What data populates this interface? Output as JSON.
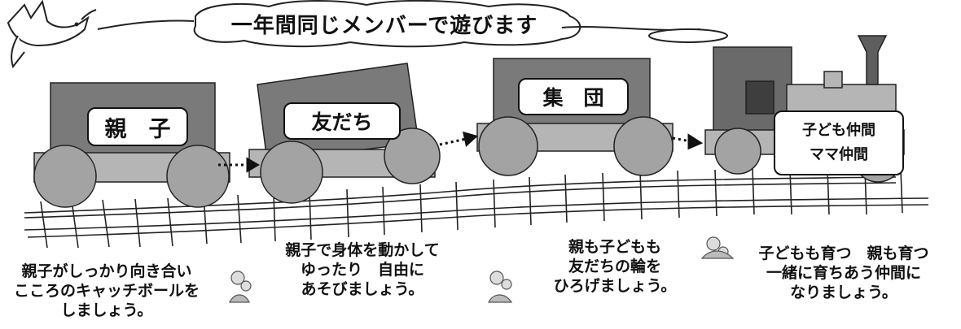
{
  "banner": {
    "title": "一年間同じメンバーで遊びます"
  },
  "cars": [
    {
      "label": "親　子"
    },
    {
      "label": "友だち"
    },
    {
      "label": "集　団"
    }
  ],
  "engine": {
    "label": "子ども仲間\nママ仲間"
  },
  "captions": [
    "親子がしっかり向き合い\nこころのキャッチボールを\nしましょう。",
    "親子で身体を動かして\nゆったり　自由に\nあそびましょう。",
    "親も子どもも\n友だちの輪を\nひろげましょう。",
    "子どもも育つ　親も育つ\n一緒に育ちあう仲間に\nなりましょう。"
  ],
  "colors": {
    "car_body": "#7a7a7a",
    "car_base": "#b5b5b5",
    "wheel": "#a3a3a3",
    "engine_dark": "#5e5e5e",
    "outline": "#111111"
  }
}
